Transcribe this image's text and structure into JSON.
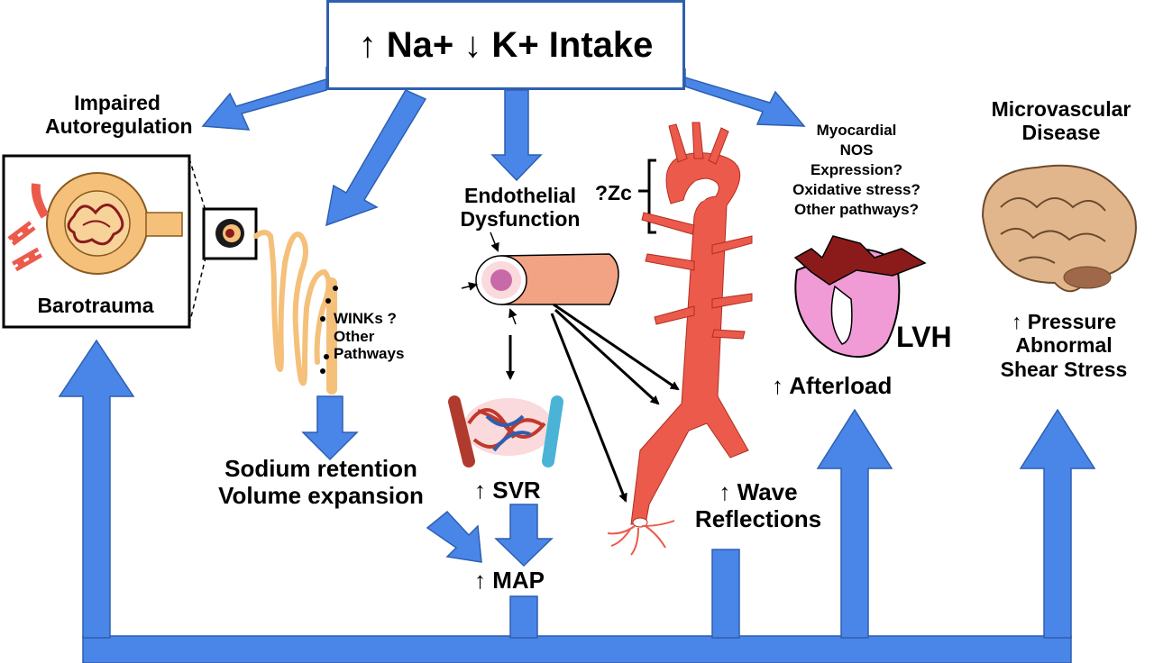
{
  "title": "↑ Na+ ↓ K+ Intake",
  "colors": {
    "arrow": "#4a86e8",
    "arrow_edge": "#2e5fb0",
    "artery": "#ec5a4b",
    "vessel": "#f2a384",
    "kidney": "#f4c07a",
    "heart_pink": "#f09ad6",
    "heart_dark": "#8b1b1b",
    "brain": "#e2b68c"
  },
  "labels": {
    "impaired_1": "Impaired",
    "impaired_2": "Autoregulation",
    "barotrauma": "Barotrauma",
    "winks_1": "WINKs ?",
    "winks_2": "Other",
    "winks_3": "Pathways",
    "sodium_1": "Sodium retention",
    "sodium_2": "Volume expansion",
    "endo_1": "Endothelial",
    "endo_2": "Dysfunction",
    "zc": "?Zc",
    "svr": "↑  SVR",
    "map": "↑  MAP",
    "wave_1": "↑  Wave",
    "wave_2": "Reflections",
    "myo_1": "Myocardial",
    "myo_2": "NOS",
    "myo_3": "Expression?",
    "myo_4": "Oxidative stress?",
    "myo_5": "Other pathways?",
    "lvh": "LVH",
    "afterload": "↑  Afterload",
    "micro_1": "Microvascular",
    "micro_2": "Disease",
    "pressure_1": "↑ Pressure",
    "pressure_2": "Abnormal",
    "pressure_3": "Shear Stress"
  },
  "icons": [
    "kidney-glomerulus-icon",
    "nephron-icon",
    "blood-vessel-icon",
    "capillary-bed-icon",
    "aorta-icon",
    "heart-icon",
    "brain-icon"
  ]
}
